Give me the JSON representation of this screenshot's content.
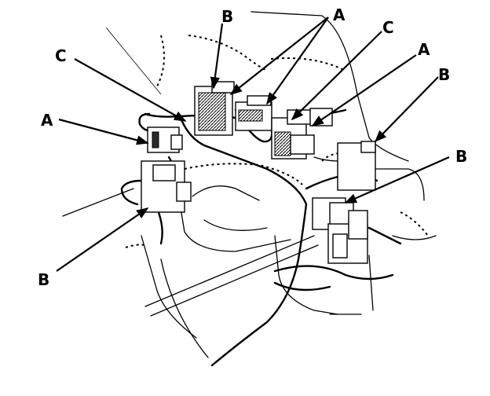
{
  "callouts": {
    "a1": "A",
    "a2": "A",
    "a3": "A",
    "b1": "B",
    "b2": "B",
    "b3": "B",
    "b4": "B",
    "c1": "C",
    "c2": "C"
  }
}
